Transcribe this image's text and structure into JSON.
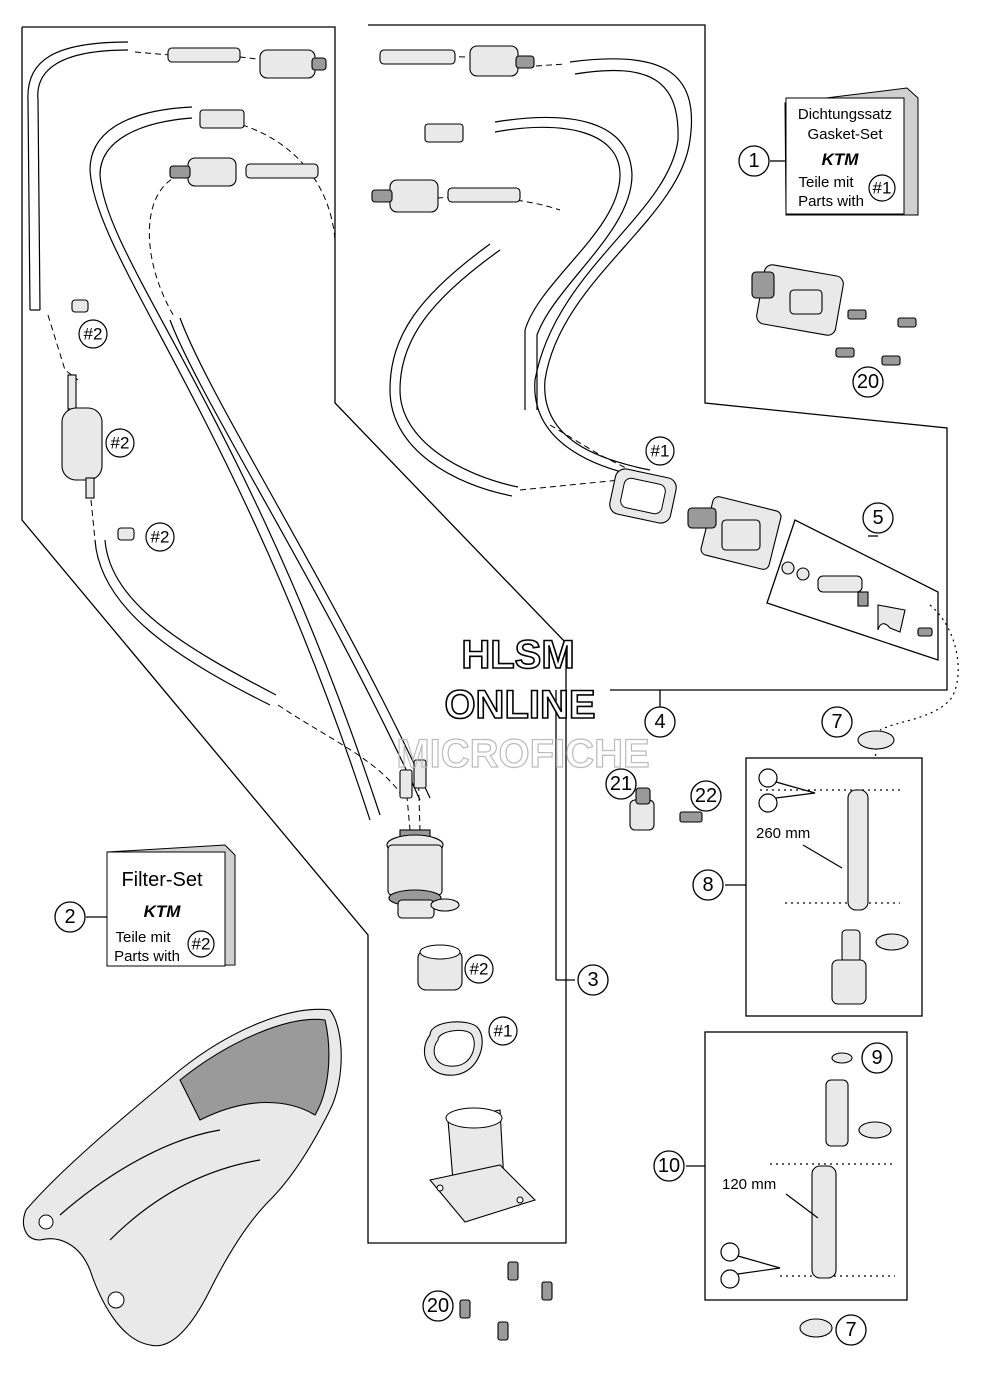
{
  "callouts": [
    {
      "id": "1",
      "label": "1"
    },
    {
      "id": "2",
      "label": "2"
    },
    {
      "id": "3",
      "label": "3"
    },
    {
      "id": "4",
      "label": "4"
    },
    {
      "id": "5",
      "label": "5"
    },
    {
      "id": "7a",
      "label": "7"
    },
    {
      "id": "7b",
      "label": "7"
    },
    {
      "id": "8",
      "label": "8"
    },
    {
      "id": "9",
      "label": "9"
    },
    {
      "id": "10",
      "label": "10"
    },
    {
      "id": "20a",
      "label": "20"
    },
    {
      "id": "20b",
      "label": "20"
    },
    {
      "id": "21",
      "label": "21"
    },
    {
      "id": "22",
      "label": "22"
    }
  ],
  "refs": [
    {
      "id": "r2a",
      "label": "#2"
    },
    {
      "id": "r2b",
      "label": "#2"
    },
    {
      "id": "r2c",
      "label": "#2"
    },
    {
      "id": "r1a",
      "label": "#1"
    },
    {
      "id": "r2d",
      "label": "#2"
    },
    {
      "id": "r1b",
      "label": "#1"
    },
    {
      "id": "r1kit",
      "label": "#1"
    },
    {
      "id": "r2kit",
      "label": "#2"
    }
  ],
  "kits": {
    "gasket": {
      "line1": "Dichtungssatz",
      "line2": "Gasket-Set",
      "brand": "KTM",
      "line3": "Teile mit",
      "line4": "Parts with"
    },
    "filter": {
      "title": "Filter-Set",
      "brand": "KTM",
      "line3": "Teile mit",
      "line4": "Parts with"
    }
  },
  "measurements": {
    "hose_long": "260 mm",
    "hose_short": "120 mm"
  },
  "watermark": {
    "line1": "HLSM",
    "line2": "ONLINE",
    "line3": "MICROFICHE"
  }
}
